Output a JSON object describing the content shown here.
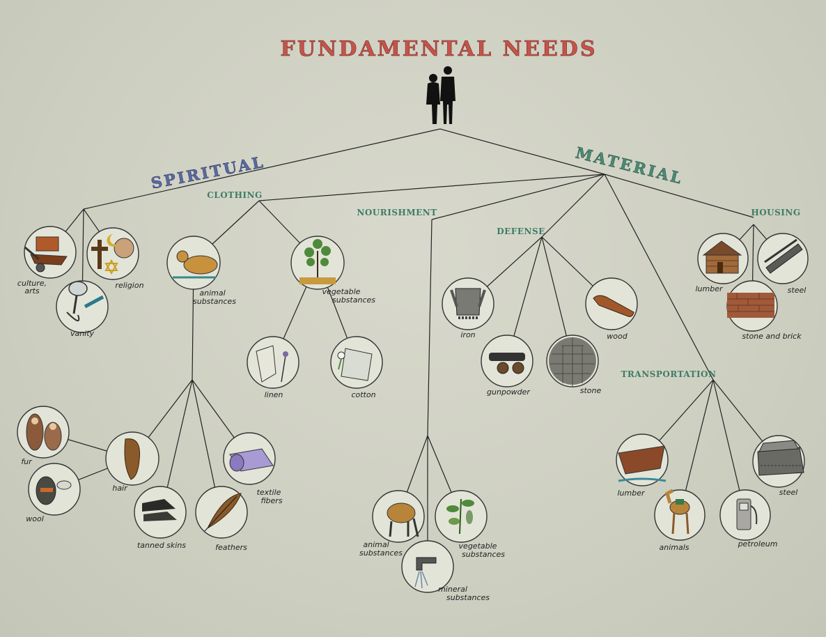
{
  "title": "FUNDAMENTAL NEEDS",
  "branches": {
    "spiritual": "SPIRITUAL",
    "material": "MATERIAL"
  },
  "categories": {
    "clothing": "CLOTHING",
    "nourishment": "NOURISHMENT",
    "defense": "DEFENSE",
    "housing": "HOUSING",
    "transportation": "TRANSPORTATION"
  },
  "labels": {
    "culture_arts": [
      "culture,",
      "arts"
    ],
    "religion": "religion",
    "vanity": "vanity",
    "clothing_animal": [
      "animal",
      "substances"
    ],
    "clothing_vegetable": [
      "vegetable",
      "substances"
    ],
    "linen": "linen",
    "cotton": "cotton",
    "fur": "fur",
    "wool": "wool",
    "hair": "hair",
    "tanned_skins": "tanned skins",
    "feathers": "feathers",
    "textile_fibers": [
      "textile",
      "fibers"
    ],
    "nourish_animal": [
      "animal",
      "substances"
    ],
    "nourish_vegetable": [
      "vegetable",
      "substances"
    ],
    "nourish_mineral": [
      "mineral",
      "substances"
    ],
    "defense_iron": "iron",
    "defense_gunpowder": "gunpowder",
    "defense_stone": "stone",
    "defense_wood": "wood",
    "housing_lumber": "lumber",
    "housing_steel": "steel",
    "housing_stone_brick": "stone and brick",
    "transport_lumber": "lumber",
    "transport_animals": "animals",
    "transport_petroleum": "petroleum",
    "transport_steel": "steel"
  },
  "icons": {
    "top": "human-couple-icon",
    "culture_arts": "wheelbarrow-books-icon",
    "religion": "religious-symbols-icon",
    "vanity": "hand-mirror-icon",
    "clothing_animal": "cow-icon",
    "clothing_vegetable": "plant-icon",
    "linen": "flax-cloth-icon",
    "cotton": "cotton-cloth-icon",
    "fur": "fur-clad-people-icon",
    "wool": "sheep-wool-icon",
    "hair": "hair-lock-icon",
    "tanned_skins": "shoes-icon",
    "feathers": "feather-icon",
    "textile_fibers": "fabric-roll-icon",
    "nourish_animal": "grazing-cow-icon",
    "nourish_vegetable": "vegetable-plant-icon",
    "nourish_mineral": "water-tap-icon",
    "defense_iron": "armor-icon",
    "defense_gunpowder": "cannon-icon",
    "defense_stone": "stone-tower-icon",
    "defense_wood": "club-icon",
    "housing_lumber": "log-cabin-icon",
    "housing_steel": "steel-beam-icon",
    "housing_stone_brick": "brick-wall-icon",
    "transport_lumber": "wooden-boat-icon",
    "transport_animals": "camel-icon",
    "transport_petroleum": "fuel-pump-icon",
    "transport_steel": "locomotive-icon"
  },
  "colors": {
    "title": "#c4544a",
    "spiritual": "#5a6aa0",
    "material": "#4c8a74",
    "categories": "#3e7c66"
  }
}
